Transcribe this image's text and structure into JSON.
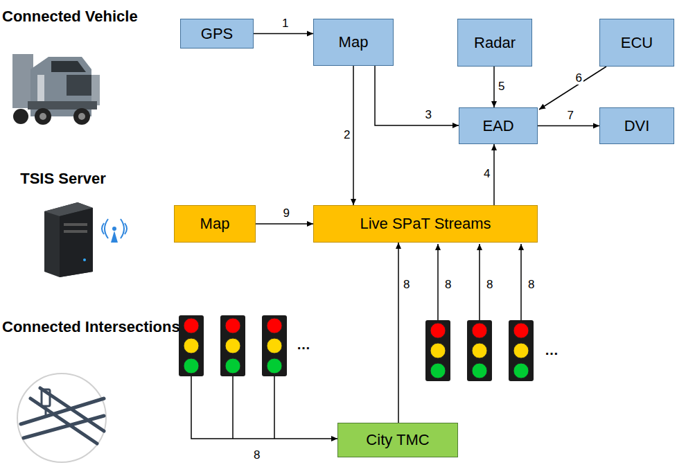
{
  "diagram": {
    "nodes": [
      {
        "text": [
          "GPS"
        ]
      },
      {
        "text": [
          "Map"
        ]
      },
      {
        "text": [
          "Radar"
        ]
      },
      {
        "text": [
          "ECU"
        ]
      },
      {
        "text": [
          "EAD"
        ]
      },
      {
        "text": [
          "DVI"
        ]
      },
      {
        "text": [
          "Map"
        ]
      },
      {
        "text": [
          "Live SPaT Streams"
        ]
      },
      {
        "text": [
          "City TMC"
        ]
      }
    ],
    "edges": [
      {
        "from": 0,
        "to": 1,
        "label": "1",
        "arrow": "to"
      },
      {
        "from": 1,
        "to": 7,
        "label": "2",
        "arrow": "to"
      },
      {
        "from": 1,
        "to": 4,
        "label": "3",
        "arrow": "to"
      },
      {
        "from": 7,
        "to": 4,
        "label": "4",
        "arrow": "to"
      },
      {
        "from": 2,
        "to": 4,
        "label": "5",
        "arrow": "to"
      },
      {
        "from": 3,
        "to": 4,
        "label": "6",
        "arrow": "to"
      },
      {
        "from": 4,
        "to": 5,
        "label": "7",
        "arrow": "to"
      },
      {
        "from": 6,
        "to": 7,
        "label": "9",
        "arrow": "to"
      },
      {
        "from": 8,
        "to": 7,
        "label": "8",
        "arrow": "to"
      }
    ],
    "labels": [
      "Connected Vehicle",
      "TSIS Server",
      "Connected Intersections",
      "…",
      "…",
      "8",
      "8",
      "8",
      "8"
    ]
  }
}
